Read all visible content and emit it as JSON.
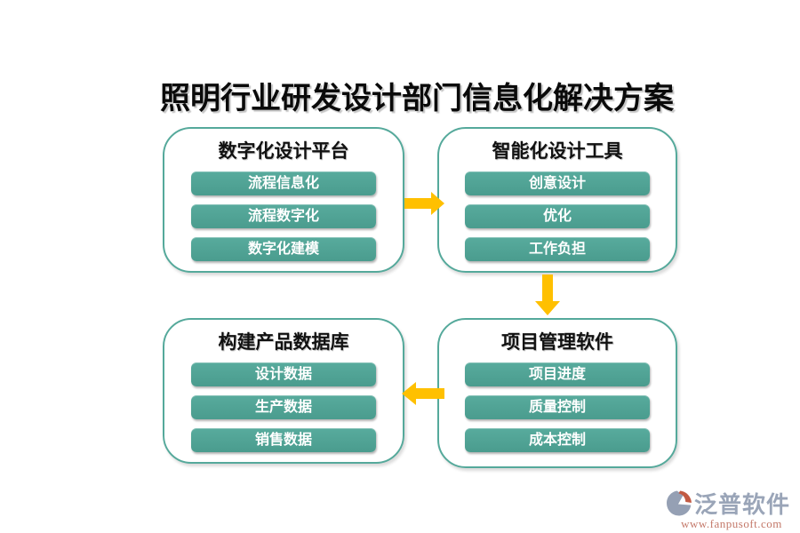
{
  "title": "照明行业研发设计部门信息化解决方案",
  "colors": {
    "teal_fill": "#4fa192",
    "teal_border": "#55a99b",
    "arrow_gold": "#ffc000",
    "logo_gray": "#95a0b4",
    "logo_red": "#c25a43",
    "brand_text": "#9aa5b8",
    "brand_url": "#c4796a"
  },
  "boxes": [
    {
      "id": "digital-design-platform",
      "header": "数字化设计平台",
      "items": [
        "流程信息化",
        "流程数字化",
        "数字化建模"
      ]
    },
    {
      "id": "intelligent-design-tools",
      "header": "智能化设计工具",
      "items": [
        "创意设计",
        "优化",
        "工作负担"
      ]
    },
    {
      "id": "product-database",
      "header": "构建产品数据库",
      "items": [
        "设计数据",
        "生产数据",
        "销售数据"
      ]
    },
    {
      "id": "project-management-software",
      "header": "项目管理软件",
      "items": [
        "项目进度",
        "质量控制",
        "成本控制"
      ]
    }
  ],
  "arrows": [
    {
      "name": "arrow-right",
      "from": "digital-design-platform",
      "to": "intelligent-design-tools"
    },
    {
      "name": "arrow-down",
      "from": "intelligent-design-tools",
      "to": "project-management-software"
    },
    {
      "name": "arrow-left",
      "from": "project-management-software",
      "to": "product-database"
    }
  ],
  "footer": {
    "brand": "泛普软件",
    "url": "www.fanpusoft.com"
  }
}
